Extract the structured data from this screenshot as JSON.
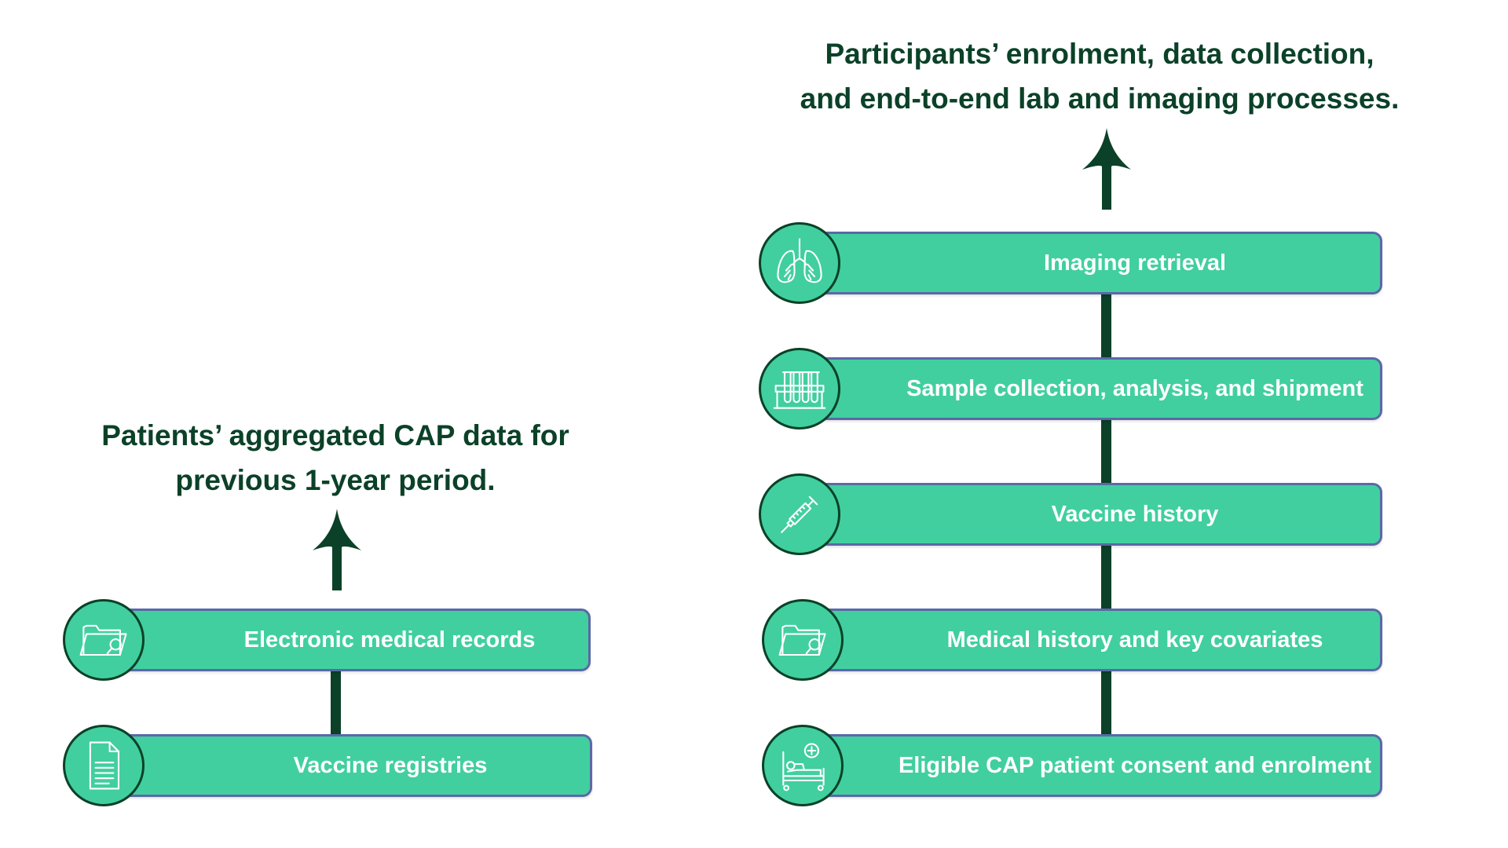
{
  "left_panel": {
    "heading_lines": [
      "Patients’ aggregated CAP data for",
      "previous 1-year period."
    ],
    "steps": [
      {
        "label": "Electronic medical records",
        "icon": "folder-search-icon"
      },
      {
        "label": "Vaccine registries",
        "icon": "document-icon"
      }
    ]
  },
  "right_panel": {
    "heading_lines": [
      "Participants’ enrolment, data collection,",
      "and end-to-end lab and imaging processes."
    ],
    "steps": [
      {
        "label": "Imaging retrieval",
        "icon": "lungs-icon"
      },
      {
        "label": "Sample collection, analysis, and shipment",
        "icon": "test-tubes-icon"
      },
      {
        "label": "Vaccine history",
        "icon": "syringe-icon"
      },
      {
        "label": "Medical history and key covariates",
        "icon": "folder-search-icon"
      },
      {
        "label": "Eligible CAP patient consent and enrolment",
        "icon": "hospital-bed-icon"
      }
    ]
  },
  "colors": {
    "bar_fill": "#41cf9f",
    "bar_border": "#5b68a8",
    "dark_green": "#0b4128",
    "label_text": "#ffffff"
  }
}
